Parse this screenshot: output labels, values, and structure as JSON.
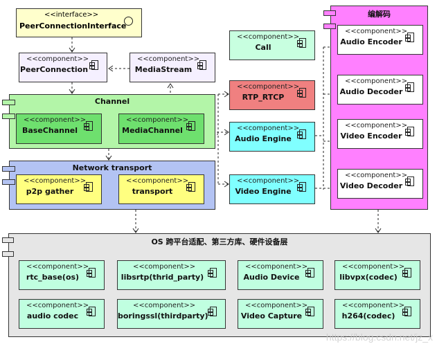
{
  "interface": {
    "stereotype": "<<interface>>",
    "name": "PeerConnectionInterface"
  },
  "stereotype": "<<component>>",
  "components": {
    "peer_connection": "PeerConnection",
    "media_stream": "MediaStream",
    "base_channel": "BaseChannel",
    "media_channel": "MediaChannel",
    "p2p_gather": "p2p gather",
    "transport": "transport",
    "call": "Call",
    "rtp_rtcp": "RTP_RTCP",
    "audio_engine": "Audio Engine",
    "video_engine": "Video Engine",
    "audio_encoder": "Audio Encoder",
    "audio_decoder": "Audio Decoder",
    "video_encoder": "Video Encoder",
    "video_decoder": "Video Decoder"
  },
  "packages": {
    "channel": "Channel",
    "network": "Network transport",
    "codec": "编解码",
    "os": "OS 跨平台适配、第三方库、硬件设备层"
  },
  "os_components": [
    "rtc_base(os)",
    "libsrtp(thrid_party)",
    "Audio Device",
    "libvpx(codec)",
    "audio codec",
    "boringssl(thirdparty)",
    "Video Capture",
    "h264(codec)"
  ],
  "watermark": "https://blog.csdn.net/jz_x",
  "colors": {
    "interface": "#ffffcc",
    "peer": "#f5f0ff",
    "channel": "#b3f5a8",
    "channel_inner": "#6ee06e",
    "network": "#b3c3f3",
    "network_inner": "#ffff80",
    "call": "#c8ffe0",
    "rtp": "#f08080",
    "engine": "#80ffff",
    "codec": "#ff80ff",
    "os": "#e6e6e6",
    "os_inner": "#c0ffe0"
  }
}
